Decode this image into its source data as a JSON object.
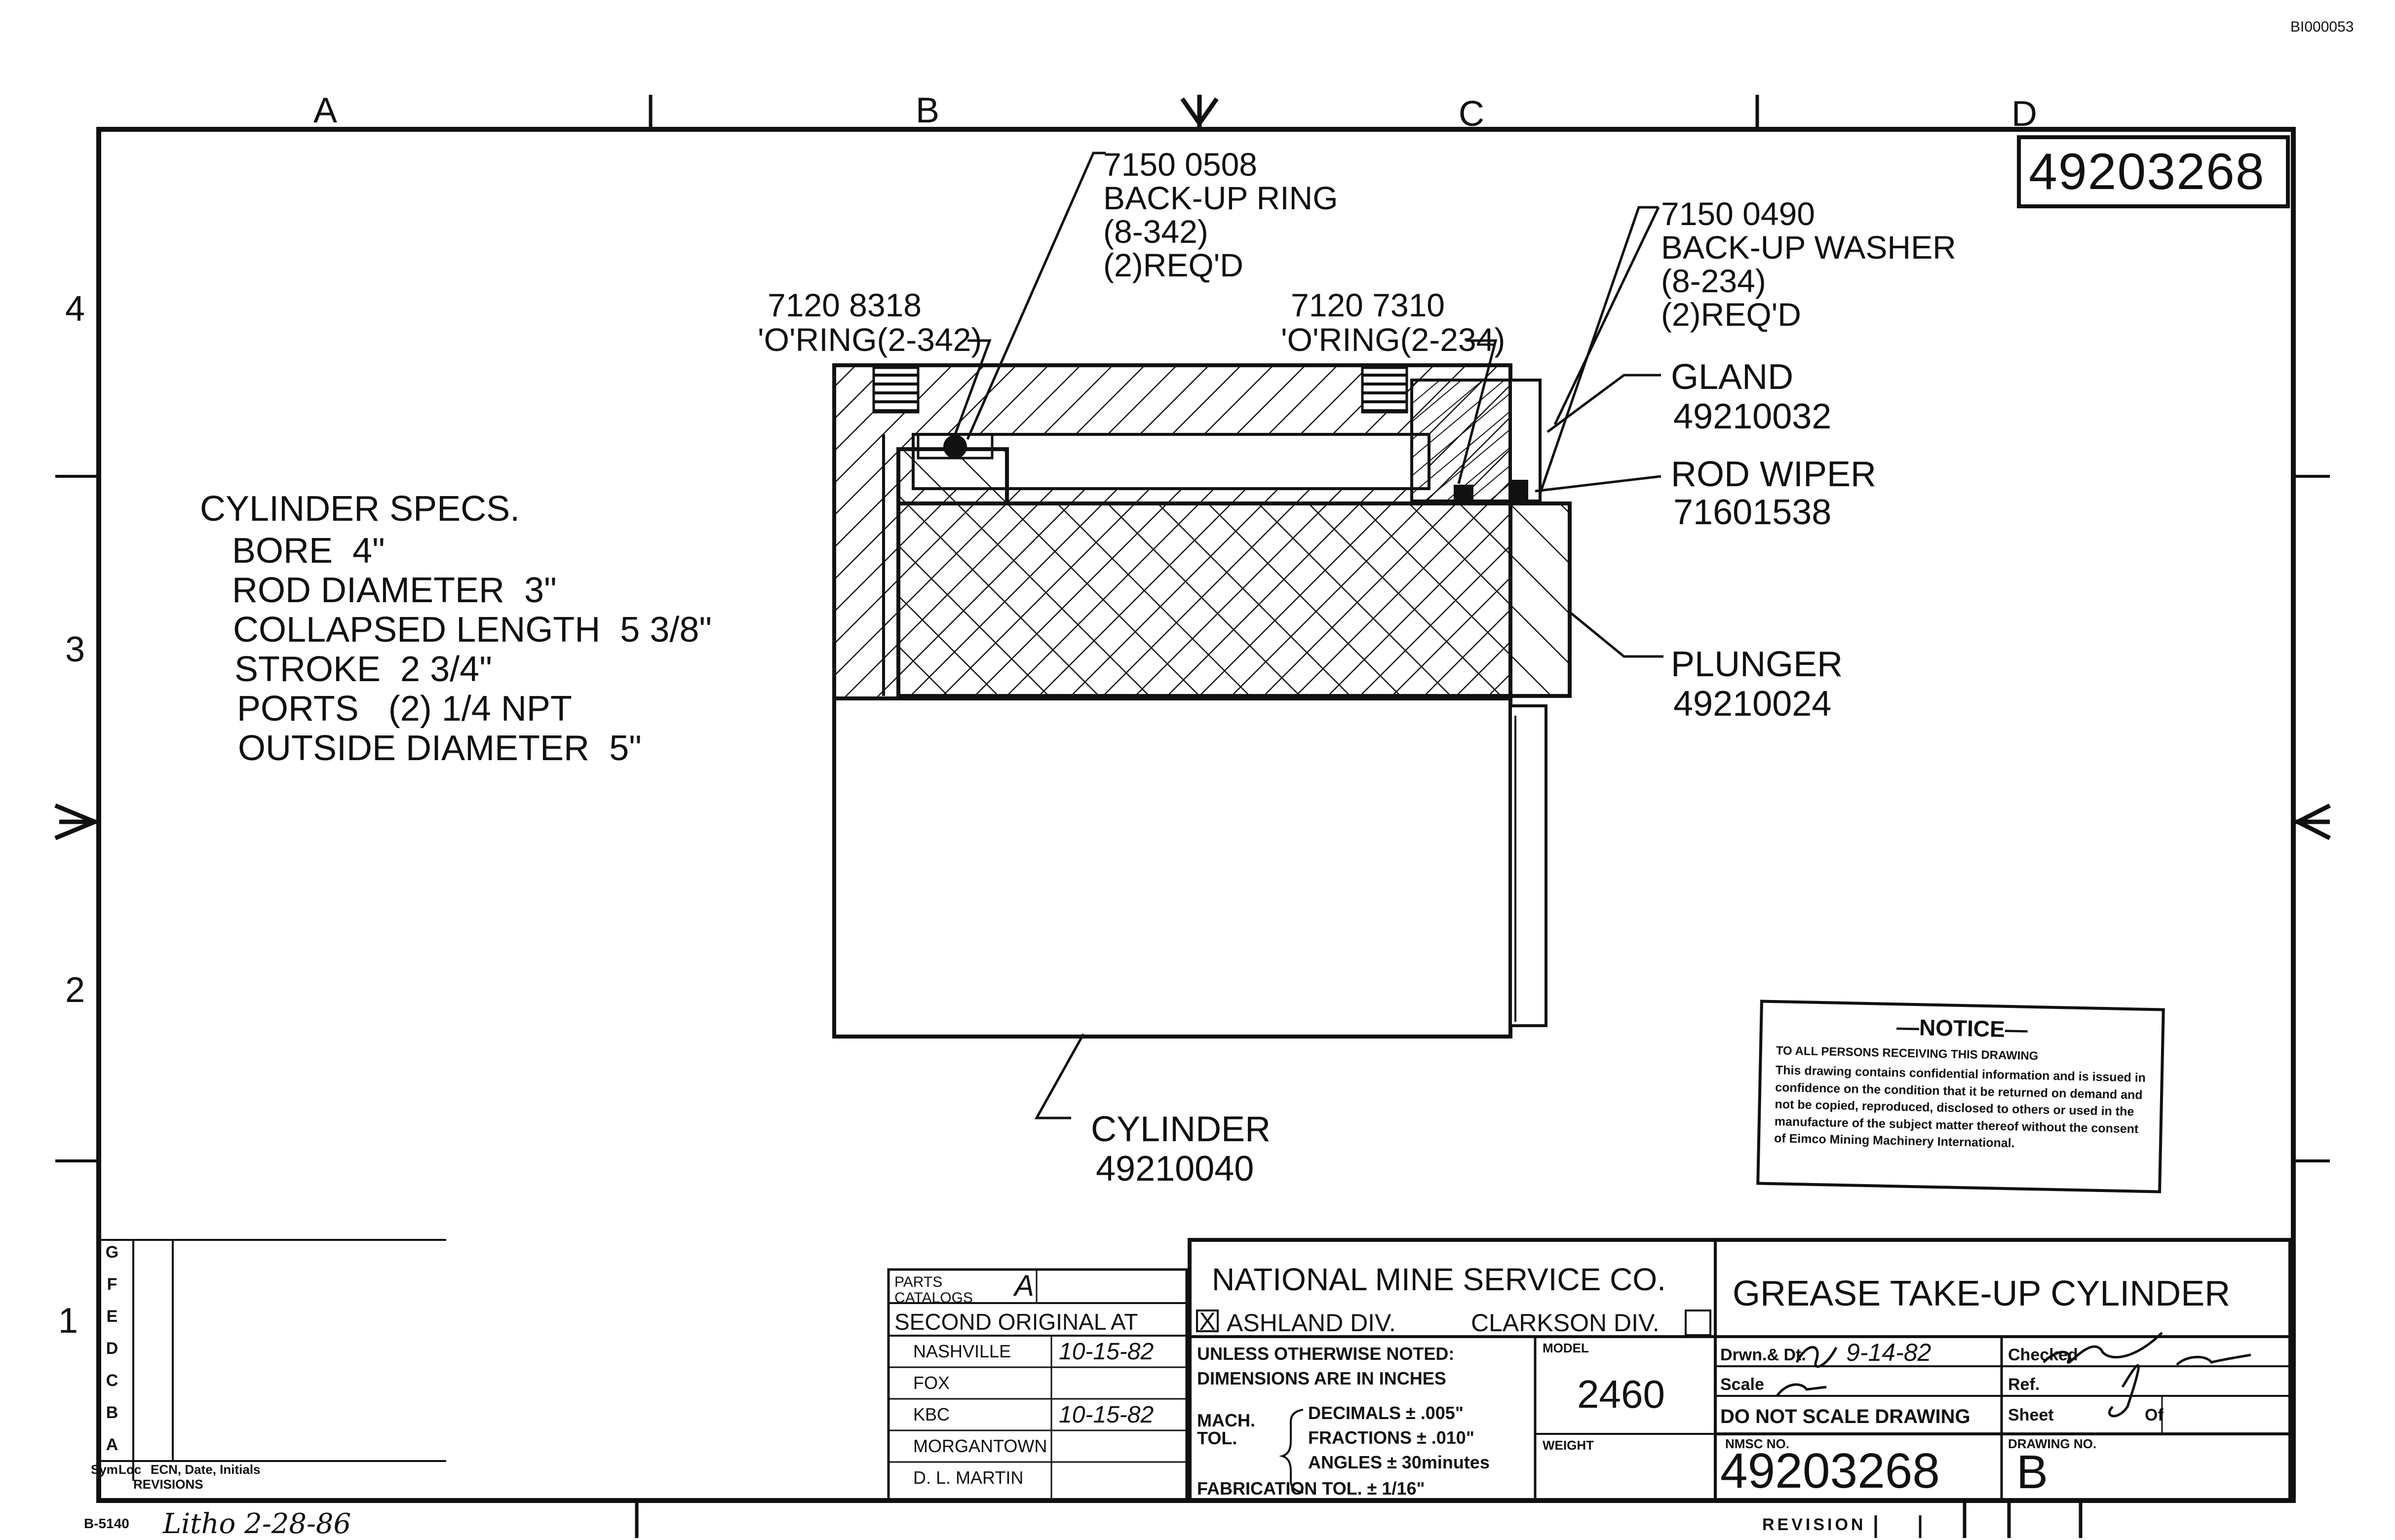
{
  "header": {
    "corner_id": "BI000053",
    "drawing_number_top": "49203268",
    "column_labels": [
      "A",
      "B",
      "C",
      "D"
    ],
    "row_labels": [
      "4",
      "3",
      "2",
      "1"
    ]
  },
  "callouts": {
    "backup_ring": {
      "part": "7150 0508",
      "name": "BACK-UP RING",
      "spec": "(8-342)",
      "qty": "(2)REQ'D"
    },
    "oring_342": {
      "part": "7120 8318",
      "name": "'O'RING(2-342)"
    },
    "oring_234": {
      "part": "7120 7310",
      "name": "'O'RING(2-234)"
    },
    "backup_washer": {
      "part": "7150 0490",
      "name": "BACK-UP WASHER",
      "spec": "(8-234)",
      "qty": "(2)REQ'D"
    },
    "gland": {
      "name": "GLAND",
      "part": "49210032"
    },
    "rod_wiper": {
      "name": "ROD WIPER",
      "part": "71601538"
    },
    "plunger": {
      "name": "PLUNGER",
      "part": "49210024"
    },
    "cylinder": {
      "name": "CYLINDER",
      "part": "49210040"
    }
  },
  "specs": {
    "title": "CYLINDER SPECS.",
    "lines": [
      "BORE  4\"",
      "ROD DIAMETER  3\"",
      "COLLAPSED LENGTH  5 3/8\"",
      "STROKE  2 3/4\"",
      "PORTS   (2) 1/4 NPT",
      "OUTSIDE DIAMETER  5\""
    ]
  },
  "notice": {
    "title": "—NOTICE—",
    "subtitle": "TO ALL PERSONS RECEIVING THIS DRAWING",
    "body": "This drawing contains confidential information and is issued in confidence on the condition that it be returned on demand and not be copied, reproduced, disclosed to others or used in the manufacture of the subject matter thereof without the consent of Eimco Mining Machinery International."
  },
  "revisions": {
    "letters": [
      "G",
      "F",
      "E",
      "D",
      "C",
      "B",
      "A"
    ],
    "footer_sym": "Sym",
    "footer_loc": "Loc",
    "footer_ecn": "ECN, Date, Initials",
    "footer_title": "REVISIONS"
  },
  "parts_catalog": {
    "label": "PARTS CATALOGS",
    "mark": "A",
    "second_original": "SECOND ORIGINAL AT",
    "rows": [
      {
        "place": "NASHVILLE",
        "date": "10-15-82"
      },
      {
        "place": "FOX",
        "date": ""
      },
      {
        "place": "KBC",
        "date": "10-15-82"
      },
      {
        "place": "MORGANTOWN",
        "date": ""
      },
      {
        "place": "D. L. MARTIN",
        "date": ""
      }
    ]
  },
  "title_block": {
    "company": "NATIONAL MINE SERVICE CO.",
    "division_check": "X",
    "division_1": "ASHLAND DIV.",
    "division_2": "CLARKSON DIV.",
    "title": "GREASE TAKE-UP CYLINDER",
    "note_1": "UNLESS OTHERWISE NOTED:",
    "note_2": "DIMENSIONS ARE IN INCHES",
    "mach_tol": "MACH. TOL.",
    "decimals": "DECIMALS ± .005\"",
    "fractions": "FRACTIONS ± .010\"",
    "angles": "ANGLES ± 30minutes",
    "fab_tol": "FABRICATION TOL. ± 1/16\"",
    "model_label": "MODEL",
    "model": "2460",
    "weight_label": "WEIGHT",
    "drawn_label": "Drwn.& Dt.",
    "drawn_date": "9-14-82",
    "checked_label": "Checked",
    "scale_label": "Scale",
    "ref_label": "Ref.",
    "do_not_scale": "DO NOT SCALE DRAWING",
    "sheet_label": "Sheet",
    "of_label": "Of",
    "nmsc_label": "NMSC NO.",
    "nmsc_no": "49203268",
    "drawing_no_label": "DRAWING NO.",
    "drawing_no": "B"
  },
  "footer": {
    "form_no": "B-5140",
    "litho": "Litho 2-28-86",
    "revision_label": "REVISION"
  }
}
